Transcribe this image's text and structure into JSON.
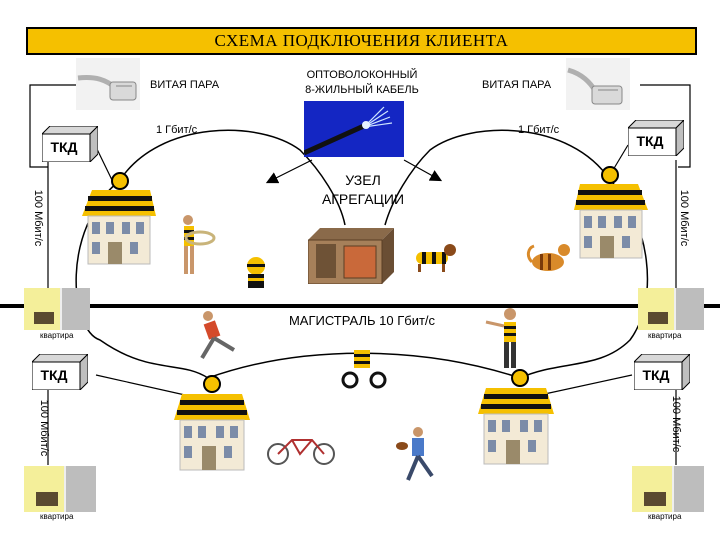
{
  "title": "СХЕМА ПОДКЛЮЧЕНИЯ КЛИЕНТА",
  "labels": {
    "twisted_pair_left": "ВИТАЯ ПАРА",
    "twisted_pair_right": "ВИТАЯ ПАРА",
    "fiber_line1": "ОПТОВОЛОКОННЫЙ",
    "fiber_line2": "8-ЖИЛЬНЫЙ КАБЕЛЬ",
    "speed_1g_left": "1 Гбит/с",
    "speed_1g_right": "1 Гбит/с",
    "node_line1": "УЗЕЛ",
    "node_line2": "АГРЕГАЦИИ",
    "trunk": "МАГИСТРАЛЬ 10 Гбит/с"
  },
  "tkd": [
    "ТКД",
    "ТКД",
    "ТКД",
    "ТКД"
  ],
  "speed_100m": [
    "100 Мбит/с",
    "100 Мбит/с",
    "100 Мбит/с",
    "100 Мбит/с"
  ],
  "apartments": [
    "квартира",
    "квартира",
    "квартира",
    "квартира"
  ],
  "colors": {
    "title_bg": "#f5c000",
    "stripe_yellow": "#f5c000",
    "stripe_black": "#111111",
    "fiber": "#1a2fd6"
  }
}
